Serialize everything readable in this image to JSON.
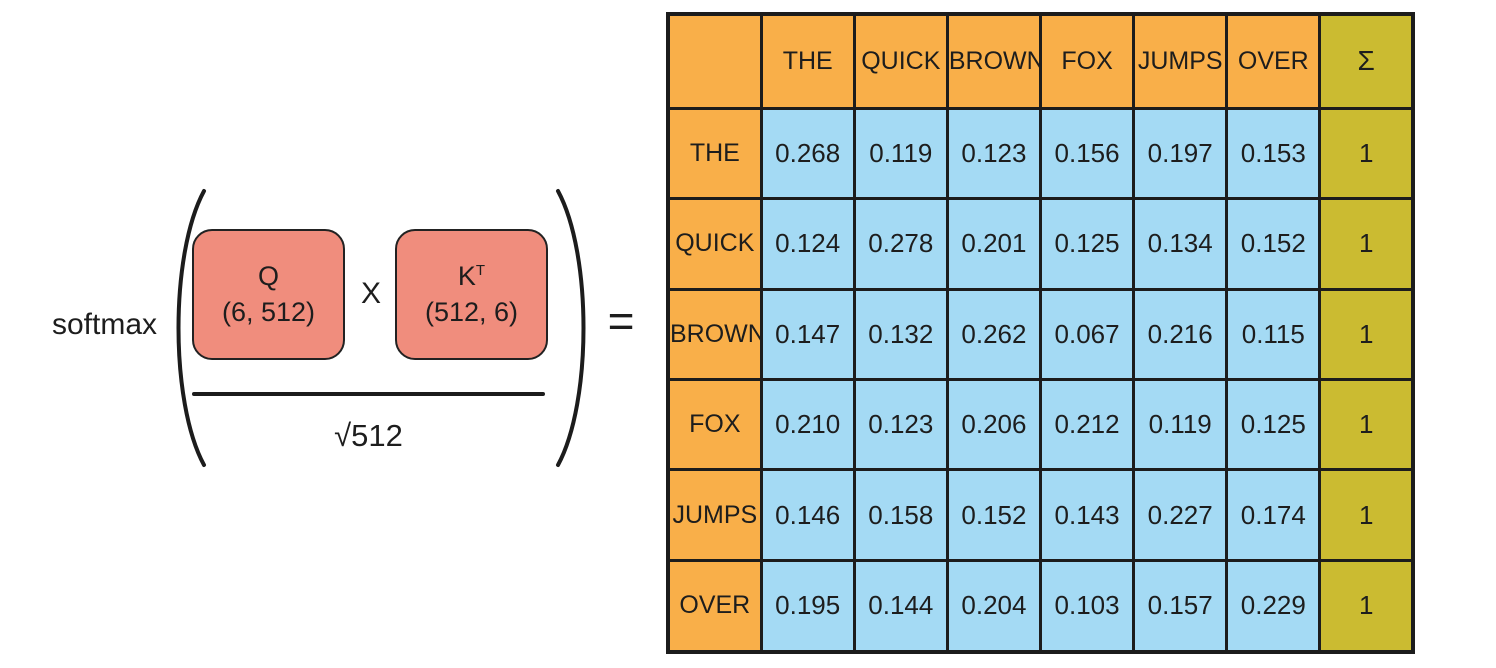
{
  "formula": {
    "function_label": "softmax",
    "q_matrix": {
      "name": "Q",
      "shape": "(6, 512)"
    },
    "multiply_operator": "X",
    "k_matrix": {
      "name": "K",
      "superscript": "T",
      "shape": "(512, 6)"
    },
    "denominator": "√512",
    "equals_sign": "="
  },
  "table": {
    "corner_label": "",
    "sum_header": "Σ",
    "column_headers": [
      "THE",
      "QUICK",
      "BROWN",
      "FOX",
      "JUMPS",
      "OVER"
    ],
    "rows": [
      {
        "label": "THE",
        "values": [
          "0.268",
          "0.119",
          "0.123",
          "0.156",
          "0.197",
          "0.153"
        ],
        "sum": "1"
      },
      {
        "label": "QUICK",
        "values": [
          "0.124",
          "0.278",
          "0.201",
          "0.125",
          "0.134",
          "0.152"
        ],
        "sum": "1"
      },
      {
        "label": "BROWN",
        "values": [
          "0.147",
          "0.132",
          "0.262",
          "0.067",
          "0.216",
          "0.115"
        ],
        "sum": "1"
      },
      {
        "label": "FOX",
        "values": [
          "0.210",
          "0.123",
          "0.206",
          "0.212",
          "0.119",
          "0.125"
        ],
        "sum": "1"
      },
      {
        "label": "JUMPS",
        "values": [
          "0.146",
          "0.158",
          "0.152",
          "0.143",
          "0.227",
          "0.174"
        ],
        "sum": "1"
      },
      {
        "label": "OVER",
        "values": [
          "0.195",
          "0.144",
          "0.204",
          "0.103",
          "0.157",
          "0.229"
        ],
        "sum": "1"
      }
    ]
  },
  "colors": {
    "header_orange": "#F9AF49",
    "cell_blue": "#A4DAF4",
    "sum_olive": "#CBBB31",
    "matrix_salmon": "#F08D7D",
    "line_black": "#1C1C1C",
    "background": "#FFFFFF"
  }
}
